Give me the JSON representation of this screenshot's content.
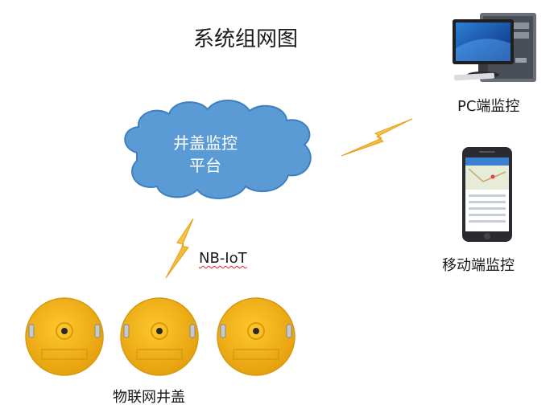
{
  "title": "系统组网图",
  "cloud": {
    "line1": "井盖监控",
    "line2": "平台",
    "color": "#5b9bd5"
  },
  "link_label": "NB-IoT",
  "pc_label": "PC端监控",
  "mobile_label": "移动端监控",
  "covers_label": "物联网井盖",
  "colors": {
    "lightning": "#f2b632",
    "cover": "#f3b419",
    "cloud": "#5b9bd5"
  }
}
